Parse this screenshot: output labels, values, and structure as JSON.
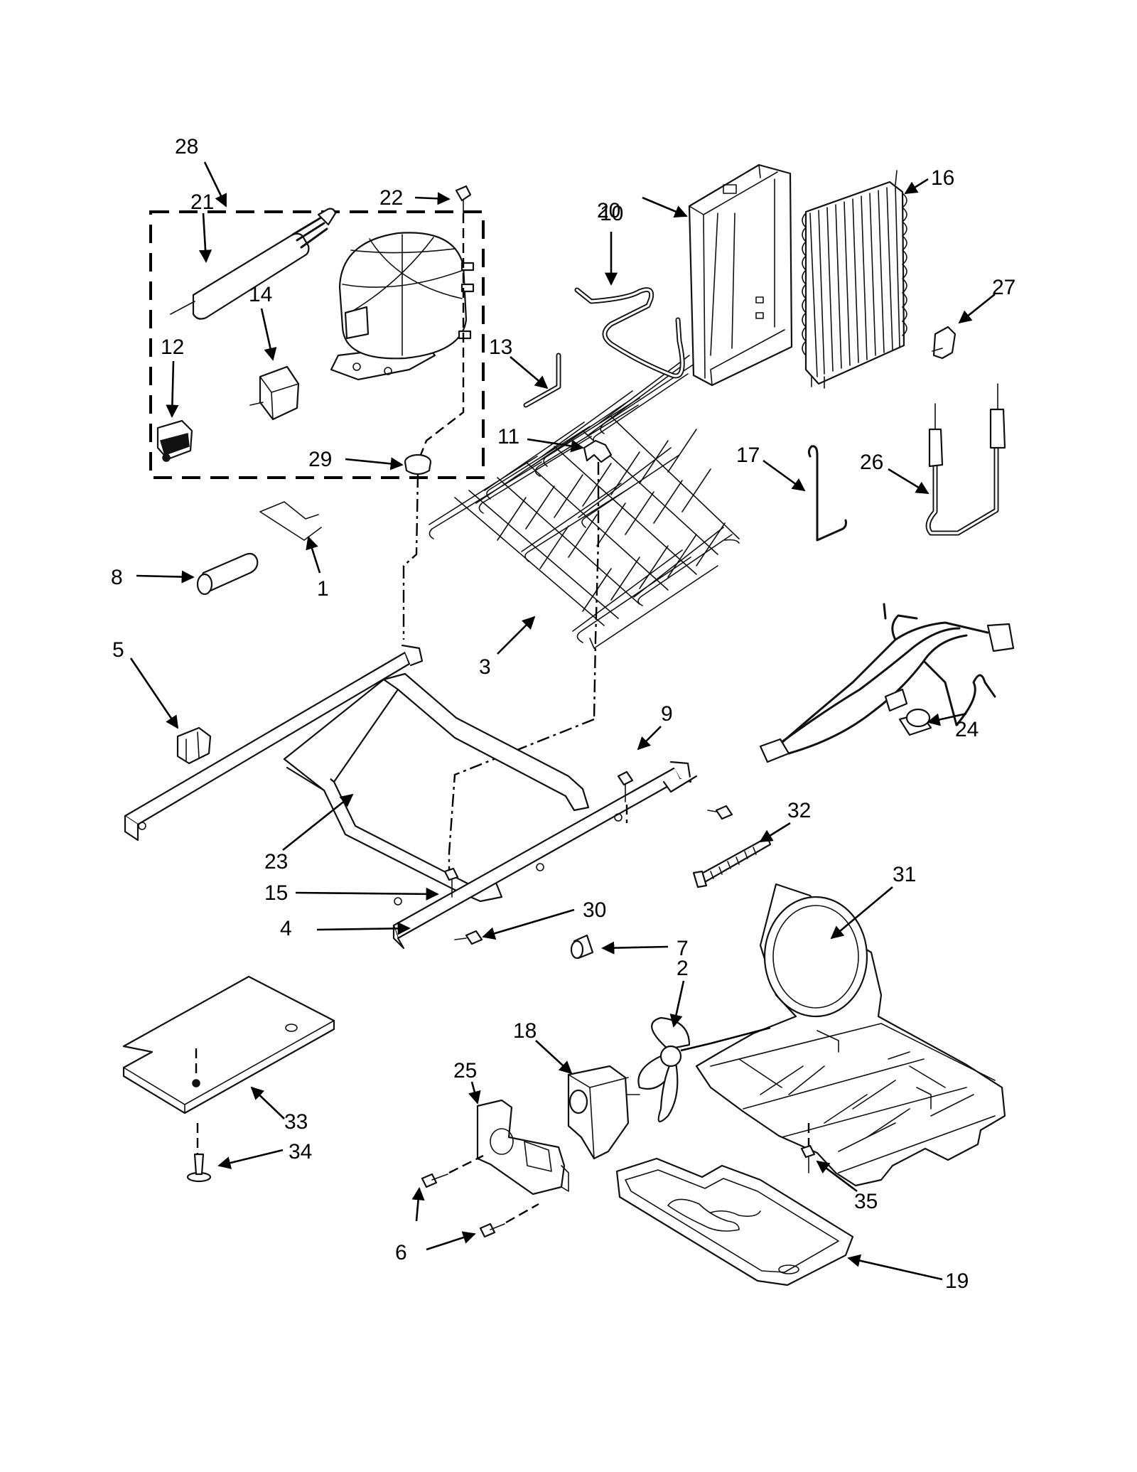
{
  "callouts": {
    "c1": "1",
    "c2": "2",
    "c3": "3",
    "c4": "4",
    "c5": "5",
    "c6": "6",
    "c7": "7",
    "c8": "8",
    "c9": "9",
    "c10": "10",
    "c11": "11",
    "c12": "12",
    "c13": "13",
    "c14": "14",
    "c15": "15",
    "c16": "16",
    "c17": "17",
    "c18": "18",
    "c19": "19",
    "c20": "20",
    "c21": "21",
    "c22": "22",
    "c23": "23",
    "c24": "24",
    "c25": "25",
    "c26": "26",
    "c27": "27",
    "c28": "28",
    "c29": "29",
    "c30": "30",
    "c31": "31",
    "c32": "32",
    "c33": "33",
    "c34": "34",
    "c35": "35"
  },
  "colors": {
    "line": "#111111",
    "background": "#ffffff"
  }
}
